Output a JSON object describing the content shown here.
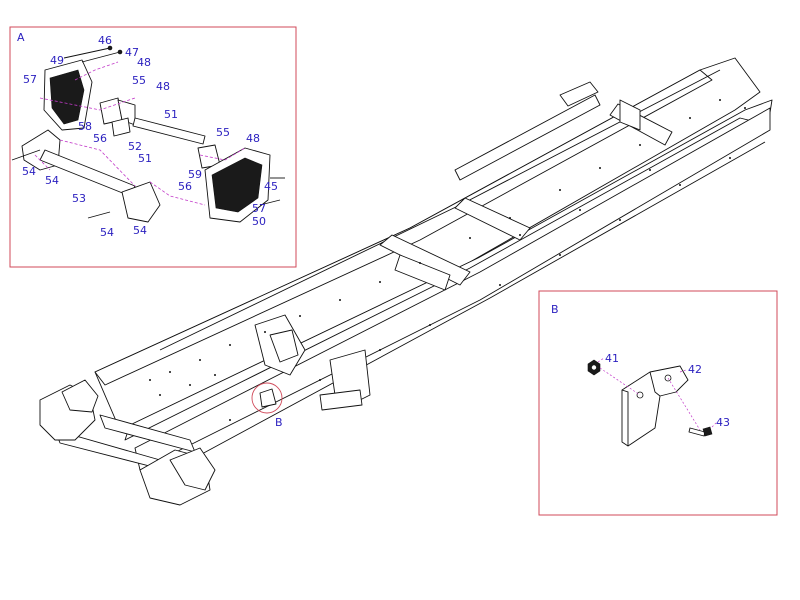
{
  "detail_a": {
    "title": "A",
    "labels": [
      "46",
      "47",
      "48",
      "49",
      "55",
      "57",
      "48",
      "58",
      "56",
      "51",
      "55",
      "48",
      "52",
      "51",
      "59",
      "56",
      "54",
      "54",
      "53",
      "45",
      "57",
      "50",
      "54",
      "54"
    ]
  },
  "detail_b": {
    "title": "B",
    "labels": [
      "41",
      "42",
      "43"
    ]
  },
  "main": {
    "callout": "B"
  }
}
